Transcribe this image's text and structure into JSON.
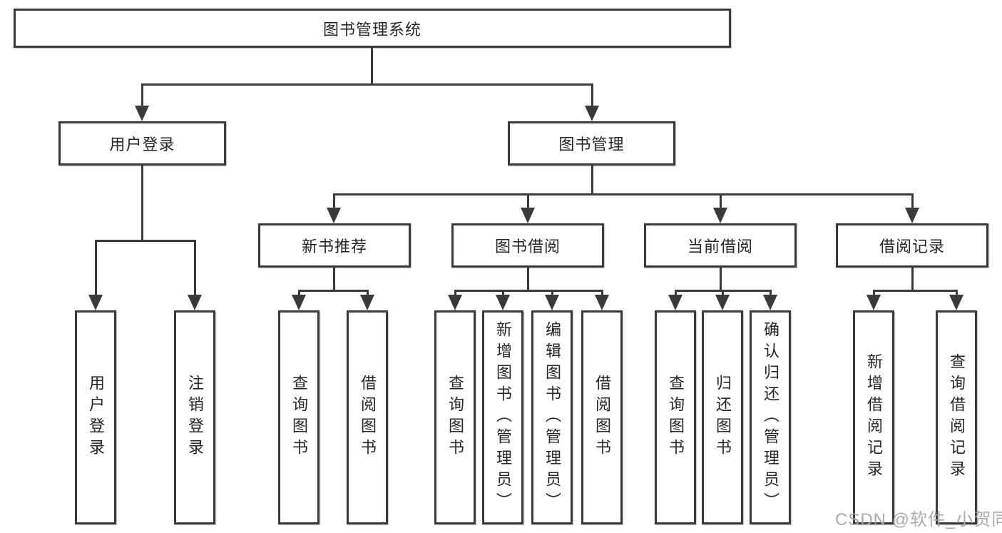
{
  "tree": {
    "label": "图书管理系统",
    "children": [
      {
        "label": "用户登录",
        "children": [
          {
            "label": "用户登录"
          },
          {
            "label": "注销登录"
          }
        ]
      },
      {
        "label": "图书管理",
        "children": [
          {
            "label": "新书推荐",
            "children": [
              {
                "label": "查询图书"
              },
              {
                "label": "借阅图书"
              }
            ]
          },
          {
            "label": "图书借阅",
            "children": [
              {
                "label": "查询图书"
              },
              {
                "label": "新增图书（管理员）"
              },
              {
                "label": "编辑图书（管理员）"
              },
              {
                "label": "借阅图书"
              }
            ]
          },
          {
            "label": "当前借阅",
            "children": [
              {
                "label": "查询图书"
              },
              {
                "label": "归还图书"
              },
              {
                "label": "确认归还（管理员）"
              }
            ]
          },
          {
            "label": "借阅记录",
            "children": [
              {
                "label": "新增借阅记录"
              },
              {
                "label": "查询借阅记录"
              }
            ]
          }
        ]
      }
    ]
  },
  "watermark": {
    "text": "CSDN @软件_小贺同学"
  },
  "style": {
    "line_color": "#3a3a3a",
    "box_border_color": "#3a3a3a",
    "box_background": "#ffffff",
    "text_color": "#262626",
    "watermark_color": "#a5a5a5"
  }
}
